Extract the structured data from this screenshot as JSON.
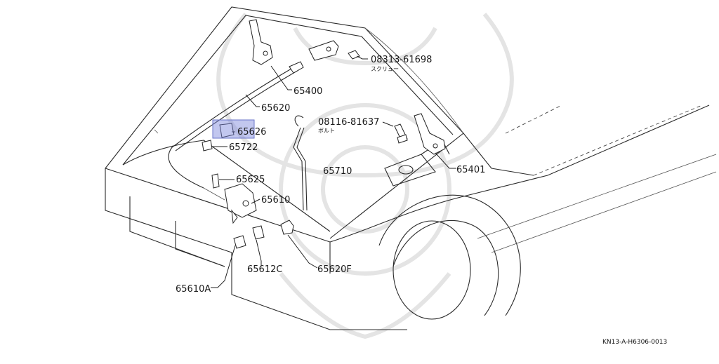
{
  "parts": {
    "p1": {
      "number": "65400"
    },
    "p2": {
      "number": "65620"
    },
    "p3": {
      "number": "08313-61698",
      "note": "スクリュー"
    },
    "p4": {
      "number": "08116-81637",
      "note": "ボルト"
    },
    "p5": {
      "number": "65626"
    },
    "p6": {
      "number": "65722"
    },
    "p7": {
      "number": "65625"
    },
    "p8": {
      "number": "65710"
    },
    "p9": {
      "number": "65401"
    },
    "p10": {
      "number": "65610"
    },
    "p11": {
      "number": "65612C"
    },
    "p12": {
      "number": "65620F"
    },
    "p13": {
      "number": "65610A"
    }
  },
  "footer": {
    "code": "KN13-A-H6306-0013"
  },
  "colors": {
    "highlight": "#6a74c9",
    "ink": "#1a1a1a"
  }
}
